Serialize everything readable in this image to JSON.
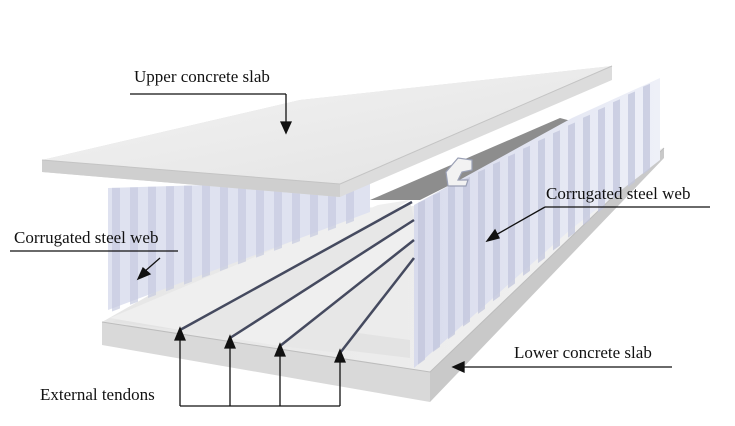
{
  "labels": {
    "upper_slab": "Upper concrete slab",
    "web_left": "Corrugated steel web",
    "web_right": "Corrugated steel web",
    "lower_slab": "Lower concrete slab",
    "tendons": "External tendons"
  },
  "colors": {
    "concrete_light": "#eeeeee",
    "concrete_edge": "#d2d2d2",
    "concrete_shadow": "#bdbdbd",
    "web_light": "#e4e6f3",
    "web_dark": "#c3c7dd",
    "tendon": "#4a4f63",
    "text": "#111111"
  }
}
